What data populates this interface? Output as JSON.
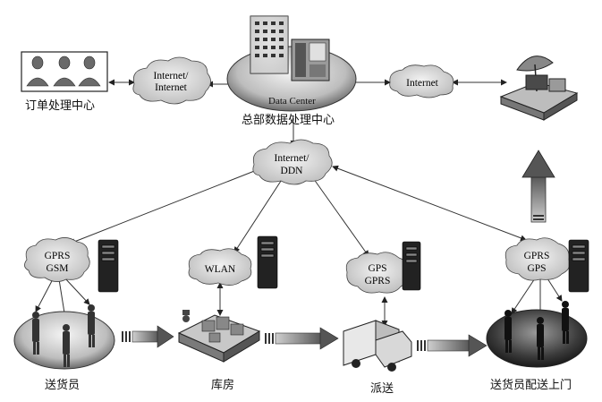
{
  "nodes": {
    "order_center": {
      "label": "订单处理中心"
    },
    "hq": {
      "label": "总部数据处理中心",
      "server_label": "Data Center"
    },
    "gps_station": {
      "label": ""
    },
    "courier": {
      "label": "送货员"
    },
    "warehouse": {
      "label": "库房"
    },
    "dispatch": {
      "label": "派送"
    },
    "delivery": {
      "label": "送货员配送上门"
    }
  },
  "clouds": {
    "internet_left": {
      "line1": "Internet/",
      "line2": "Internet"
    },
    "internet_right": {
      "line1": "Internet"
    },
    "internet_ddn": {
      "line1": "Internet/",
      "line2": "DDN"
    },
    "gprs_gsm": {
      "line1": "GPRS",
      "line2": "GSM"
    },
    "wlan": {
      "line1": "WLAN"
    },
    "gps_gprs": {
      "line1": "GPS",
      "line2": "GPRS"
    },
    "gprs_gps": {
      "line1": "GPRS",
      "line2": "GPS"
    }
  },
  "colors": {
    "ink": "#111111",
    "cloud_fill": "#e6e6e6",
    "disc_dark": "#3a3a3a",
    "arrow_fill": "#5a5a5a"
  }
}
